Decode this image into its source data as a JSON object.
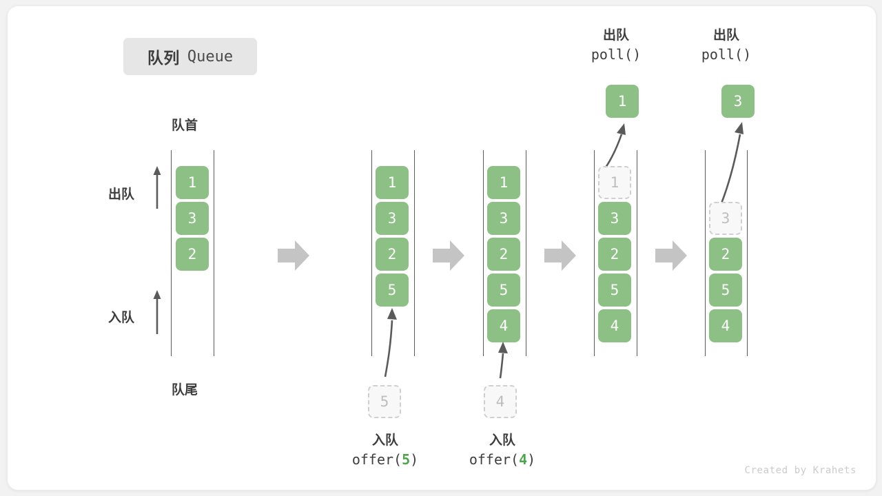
{
  "title": {
    "cn": "队列",
    "en": "Queue"
  },
  "labels": {
    "head": "队首",
    "tail": "队尾",
    "dequeue": "出队",
    "enqueue": "入队"
  },
  "footer": "Created by Krahets",
  "colors": {
    "element_green": "#8cc084",
    "ghost_border": "#cfcfcf",
    "ghost_text": "#bdbdbd",
    "rail": "#5a5a5a",
    "arrow_gray": "#c4c4c4",
    "curve_arrow": "#5a5a5a",
    "text": "#3d3d3d",
    "badge_bg": "#e6e6e6",
    "accent_arg": "#4ca64c"
  },
  "steps": [
    {
      "name": "initial",
      "elements": [
        "1",
        "3",
        "2"
      ],
      "ghost_index": -1,
      "incoming": null,
      "outgoing": null,
      "caption_line1": "",
      "caption_line2_pre": "",
      "caption_line2_arg": "",
      "caption_line2_post": ""
    },
    {
      "name": "offer-5",
      "elements": [
        "1",
        "3",
        "2",
        "5"
      ],
      "ghost_index": -1,
      "incoming": "5",
      "outgoing": null,
      "caption_line1": "入队",
      "caption_line2_pre": "offer(",
      "caption_line2_arg": "5",
      "caption_line2_post": ")"
    },
    {
      "name": "offer-4",
      "elements": [
        "1",
        "3",
        "2",
        "5",
        "4"
      ],
      "ghost_index": -1,
      "incoming": "4",
      "outgoing": null,
      "caption_line1": "入队",
      "caption_line2_pre": "offer(",
      "caption_line2_arg": "4",
      "caption_line2_post": ")"
    },
    {
      "name": "poll-1",
      "elements": [
        "1",
        "3",
        "2",
        "5",
        "4"
      ],
      "ghost_index": 0,
      "incoming": null,
      "outgoing": "1",
      "caption_line1": "出队",
      "caption_line2_pre": "poll()",
      "caption_line2_arg": "",
      "caption_line2_post": ""
    },
    {
      "name": "poll-3",
      "elements": [
        "",
        "3",
        "2",
        "5",
        "4"
      ],
      "ghost_index": 1,
      "incoming": null,
      "outgoing": "3",
      "caption_line1": "出队",
      "caption_line2_pre": "poll()",
      "caption_line2_arg": "",
      "caption_line2_post": ""
    }
  ],
  "transitions": [
    "step-arrow-1",
    "step-arrow-2",
    "step-arrow-3",
    "step-arrow-4"
  ]
}
